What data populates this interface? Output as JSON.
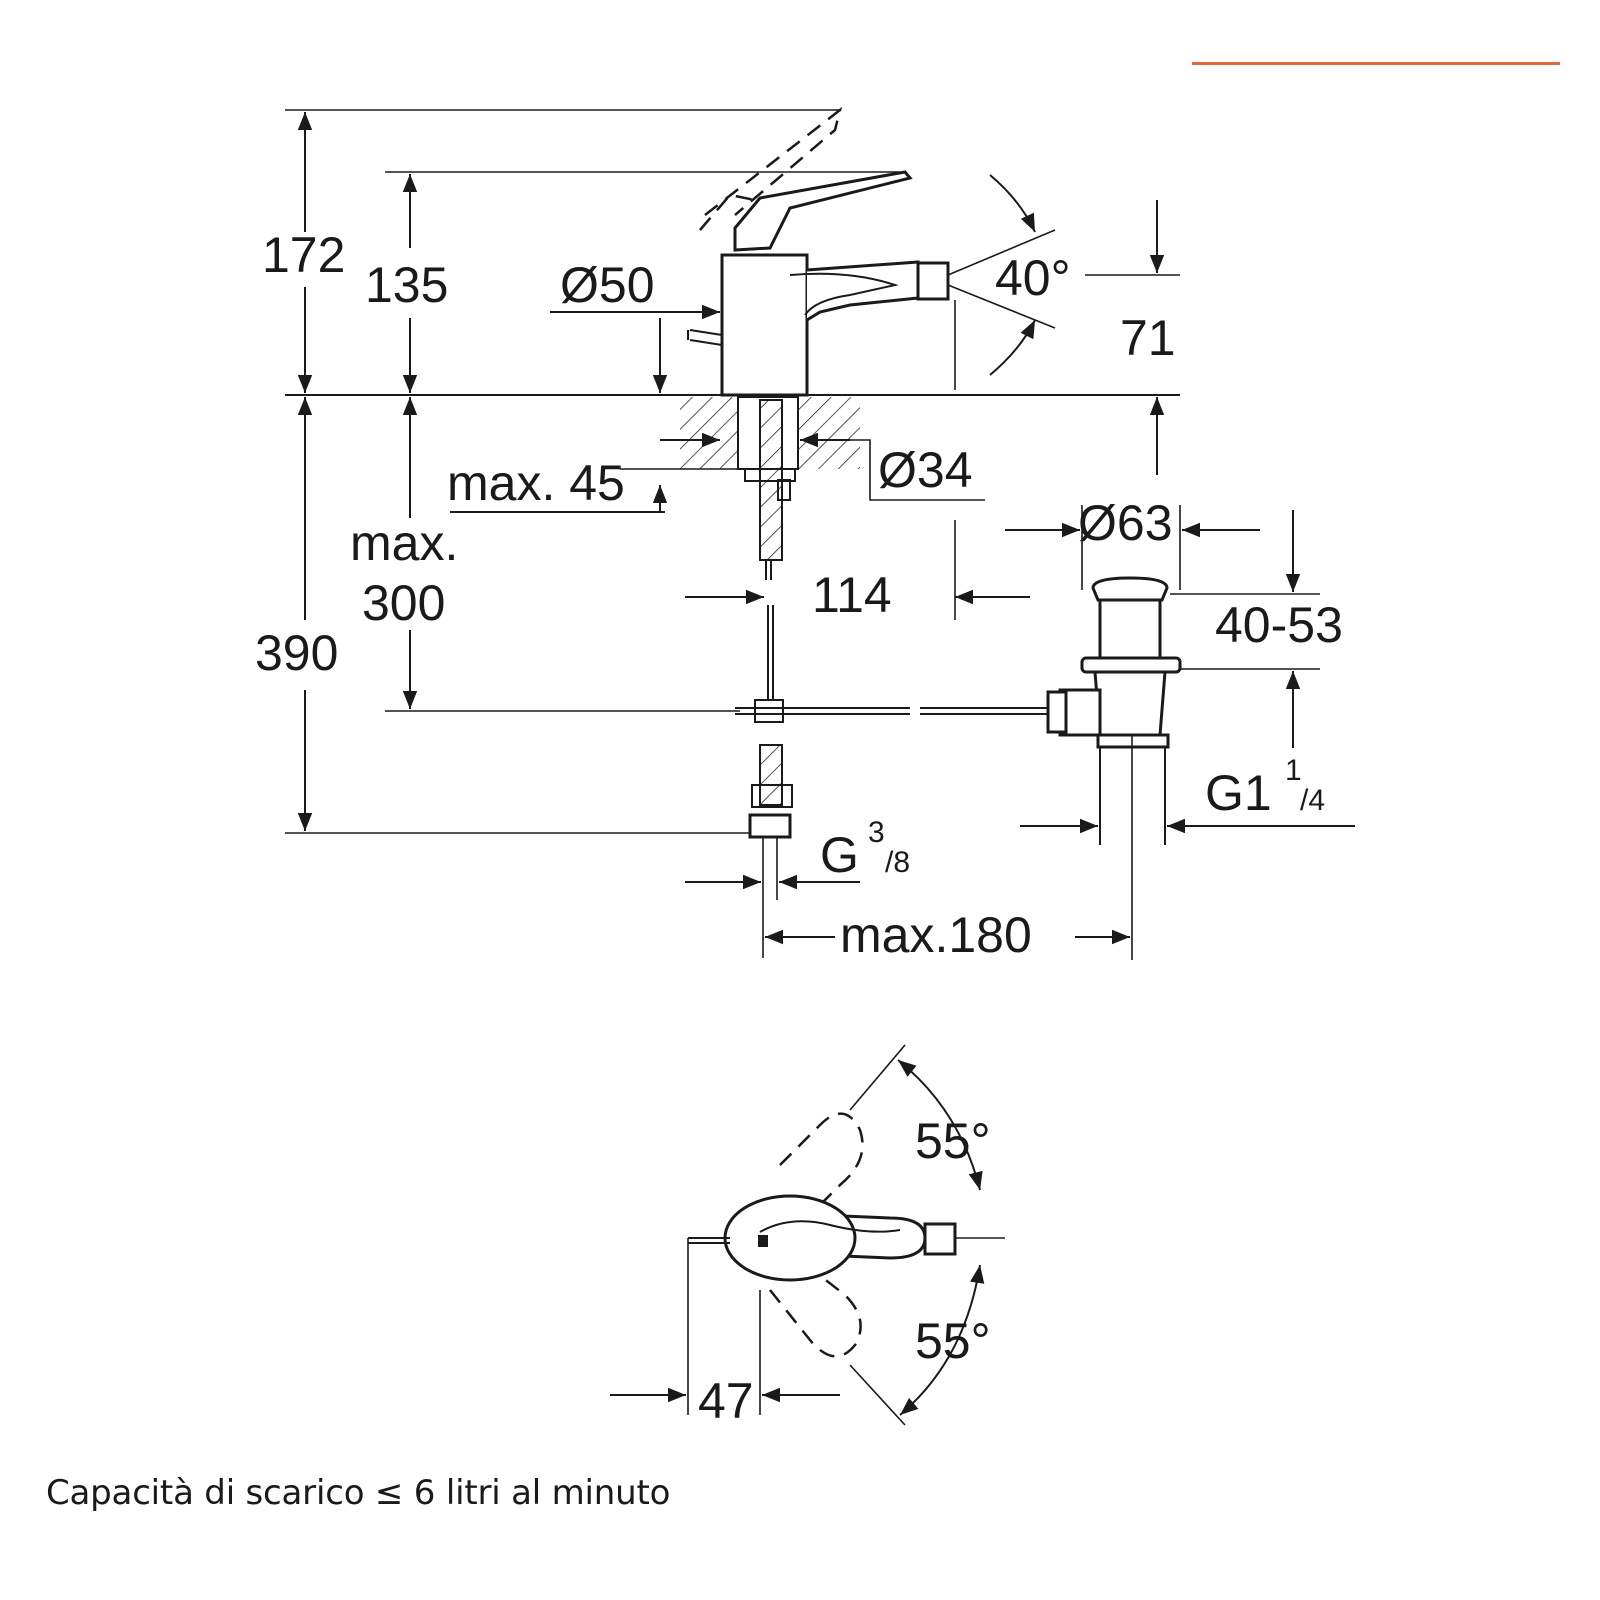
{
  "accent_color": "#e8643c",
  "dimensions": {
    "h172": "172",
    "h135": "135",
    "d50": "Ø50",
    "angle40": "40°",
    "h71": "71",
    "d34": "Ø34",
    "max45": "max. 45",
    "max_label": "max.",
    "v300": "300",
    "h390": "390",
    "d63": "Ø63",
    "v114": "114",
    "range_40_53": "40-53",
    "g1_main": "G1",
    "g1_num": "1",
    "g1_den": "/4",
    "g38_main": "G",
    "g38_num": "3",
    "g38_den": "/8",
    "max180": "max.180",
    "angle55_top": "55°",
    "angle55_bottom": "55°",
    "v47": "47"
  },
  "caption": "Capacità di scarico ≤ 6 litri al minuto"
}
